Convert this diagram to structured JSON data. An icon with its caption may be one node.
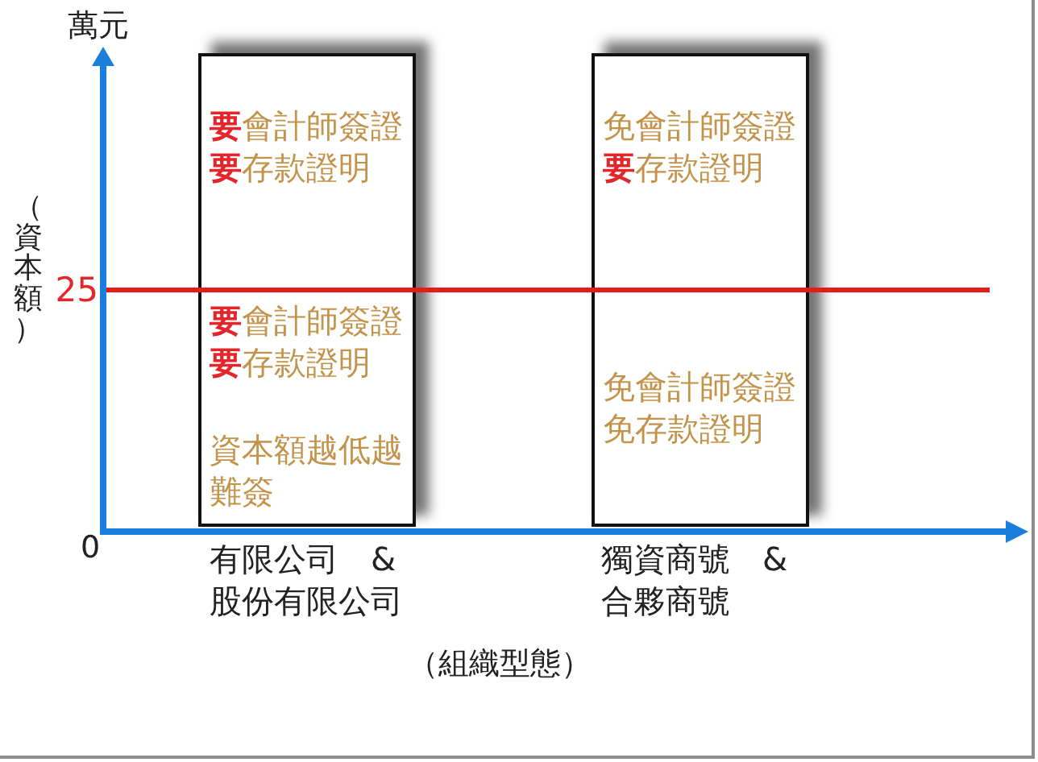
{
  "diagram": {
    "nodes": [
      {
        "text": [
          "**要**會計師簽證**要**存款證明",
          "**要**會計師簽證**要**存款證明",
          "資本額越低越難簽"
        ],
        "beside": [
          "有限公司　&股份有限公司"
        ]
      },
      {
        "text": [
          "免會計師簽證**要**存款證明",
          "免會計師簽證免存款證明"
        ],
        "beside": [
          "獨資商號　&合夥商號"
        ]
      }
    ],
    "labels": [
      "萬元",
      "（資本額）",
      "25",
      "0",
      "（組織型態）"
    ]
  }
}
